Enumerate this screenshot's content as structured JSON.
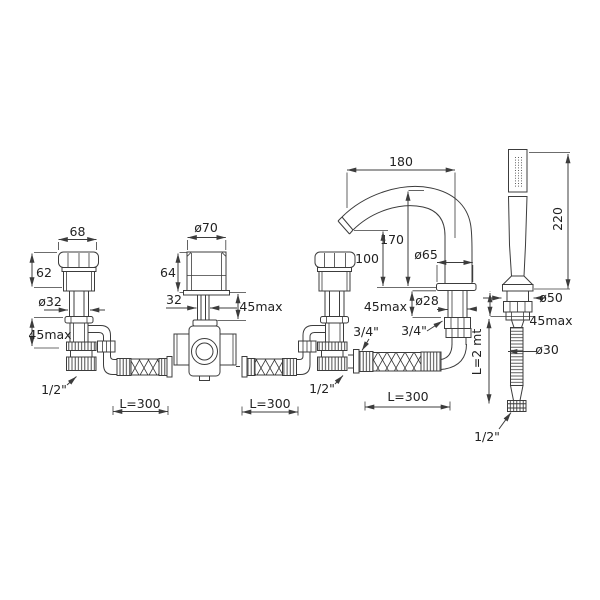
{
  "drawing": {
    "dimensions": {
      "left_valve": {
        "handle_width": "68",
        "body_height": "62",
        "stem_diameter": "ø32",
        "max_deck": "45max",
        "tail_thread": "1/2\""
      },
      "diverter": {
        "knob_diameter": "ø70",
        "knob_height": "64",
        "stem_width": "32",
        "max_deck": "45max"
      },
      "right_valve": {
        "tail_thread": "1/2\""
      },
      "spout": {
        "reach": "180",
        "height": "170",
        "outlet_height": "100",
        "base_diameter": "ø65",
        "max_deck": "45max",
        "shank_diameter": "ø28",
        "valve_hose_thread": "3/4\"",
        "spout_hose_thread": "3/4\""
      },
      "hand_shower": {
        "wand_height": "220",
        "base_diameter": "ø50",
        "max_deck": "45max",
        "hose_diameter": "ø30",
        "hose_length": "L=2 mt",
        "hose_thread": "1/2\""
      },
      "hoses": {
        "left_length": "L=300",
        "middle_length": "L=300",
        "spout_length": "L=300"
      }
    }
  }
}
